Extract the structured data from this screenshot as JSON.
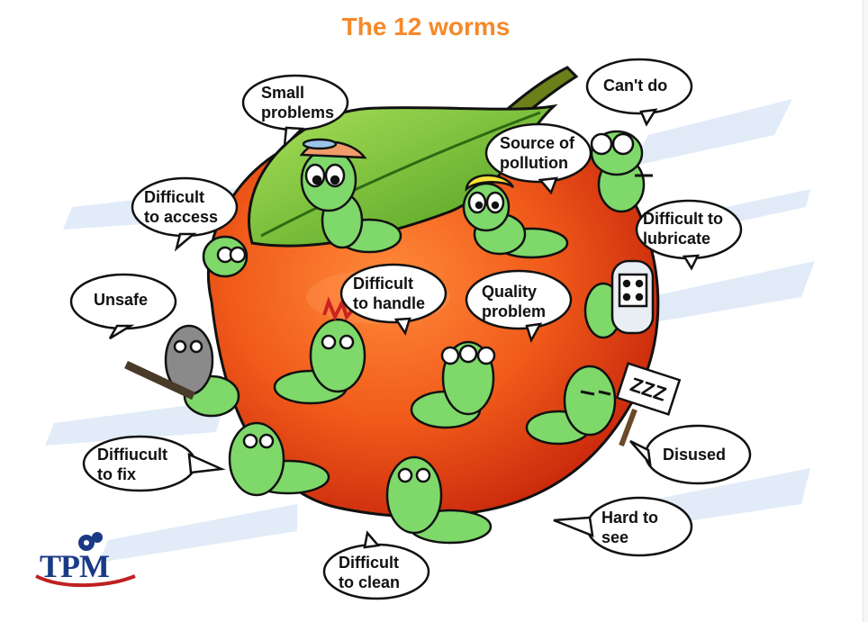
{
  "title": "The 12 worms",
  "bubbles": [
    {
      "id": "small-problems",
      "line1": "Small",
      "line2": "problems"
    },
    {
      "id": "cant-do",
      "line1": "Can't do",
      "line2": ""
    },
    {
      "id": "source-of-pollution",
      "line1": "Source of",
      "line2": "pollution"
    },
    {
      "id": "difficult-to-access",
      "line1": "Difficult",
      "line2": "to access"
    },
    {
      "id": "difficult-to-lubricate",
      "line1": "Difficult to",
      "line2": "lubricate"
    },
    {
      "id": "unsafe",
      "line1": "Unsafe",
      "line2": ""
    },
    {
      "id": "difficult-to-handle",
      "line1": "Difficult",
      "line2": "to handle"
    },
    {
      "id": "quality-problem",
      "line1": "Quality",
      "line2": "problem"
    },
    {
      "id": "difficult-to-fix",
      "line1": "Diffiucult",
      "line2": "to fix"
    },
    {
      "id": "disused",
      "line1": "Disused",
      "line2": ""
    },
    {
      "id": "hard-to-see",
      "line1": "Hard to",
      "line2": "see"
    },
    {
      "id": "difficult-to-clean",
      "line1": "Difficult",
      "line2": "to clean"
    }
  ],
  "sign_text": "ZZZ",
  "logo": {
    "text": "TPM"
  },
  "colors": {
    "title": "#f5892a",
    "apple": "#f05a1a",
    "leaf": "#6fbf2a",
    "worm": "#7fd86a",
    "outline": "#111111",
    "bubble_fill": "#ffffff"
  }
}
